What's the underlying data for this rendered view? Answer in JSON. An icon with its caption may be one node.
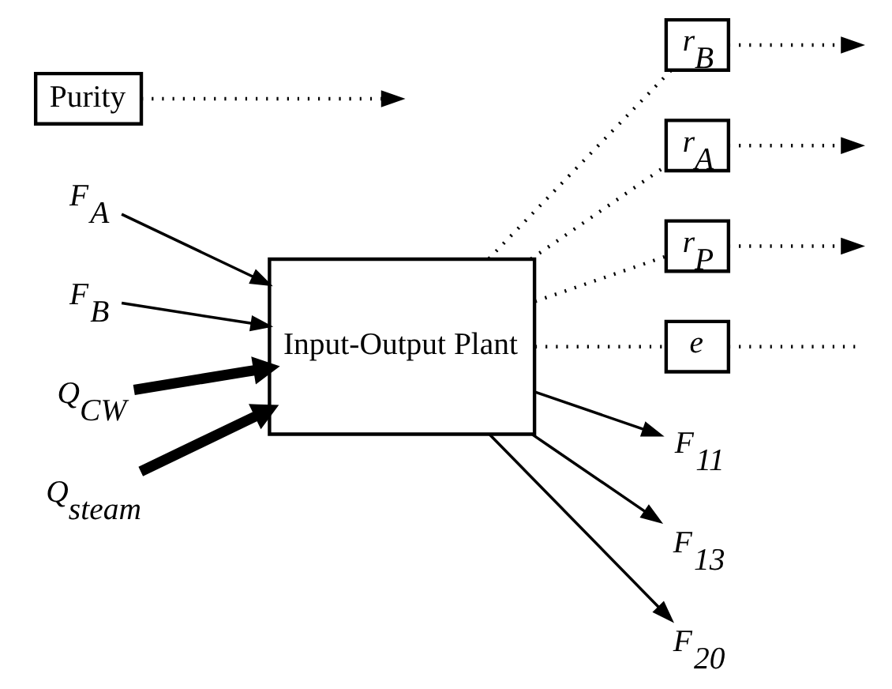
{
  "diagram": {
    "nodes": [
      {
        "text": [
          "*r*$_{P}$"
        ]
      },
      {
        "text": [
          "*r*$_{B}$"
        ]
      },
      {
        "text": [
          "*r*$_{A}$"
        ]
      },
      {
        "text": [
          "Purity"
        ]
      },
      {
        "text": [
          "*F*$_{A}$"
        ]
      },
      {
        "text": [
          "*F*$_{11}$"
        ]
      },
      {
        "text": [
          "Input-Output Plant"
        ]
      },
      {
        "text": [
          "*F*$_{13}$"
        ]
      },
      {
        "text": [
          "*F*$_{20}$"
        ]
      },
      {
        "text": [
          "*F*$_{B}$"
        ]
      },
      {
        "text": [
          "*e*"
        ]
      },
      {
        "text": [
          "*Q*$_{CW}$"
        ]
      },
      {
        "text": [
          "*Q*$_{steam}$"
        ]
      }
    ],
    "edges": [
      {
        "from": 4,
        "to": 6,
        "arrow": "to"
      },
      {
        "from": 9,
        "to": 6,
        "arrow": "to"
      },
      {
        "from": 6,
        "to": 5,
        "arrow": "to"
      },
      {
        "from": 6,
        "to": 7,
        "arrow": "to"
      },
      {
        "from": 6,
        "to": 8,
        "arrow": "to"
      },
      {
        "from": 11,
        "to": 6,
        "arrow": "to",
        "style": "thick"
      },
      {
        "from": 12,
        "to": 6,
        "arrow": "to",
        "style": "thick"
      },
      {
        "from": 6,
        "to": 1,
        "arrow": "none",
        "style": "dashed"
      },
      {
        "from": 1,
        "to": null,
        "arrow": "to",
        "style": "dashed"
      },
      {
        "from": 6,
        "to": 2,
        "arrow": "none",
        "style": "dashed"
      },
      {
        "from": 2,
        "to": null,
        "arrow": "to",
        "style": "dashed"
      },
      {
        "from": 6,
        "to": 0,
        "arrow": "none",
        "style": "dashed"
      },
      {
        "from": 0,
        "to": null,
        "arrow": "to",
        "style": "dashed"
      },
      {
        "from": 3,
        "to": null,
        "arrow": "to",
        "style": "dashed"
      },
      {
        "from": 6,
        "to": 10,
        "arrow": "none",
        "style": "dashed"
      },
      {
        "from": 10,
        "to": null,
        "arrow": "none",
        "style": "dashed"
      }
    ]
  }
}
